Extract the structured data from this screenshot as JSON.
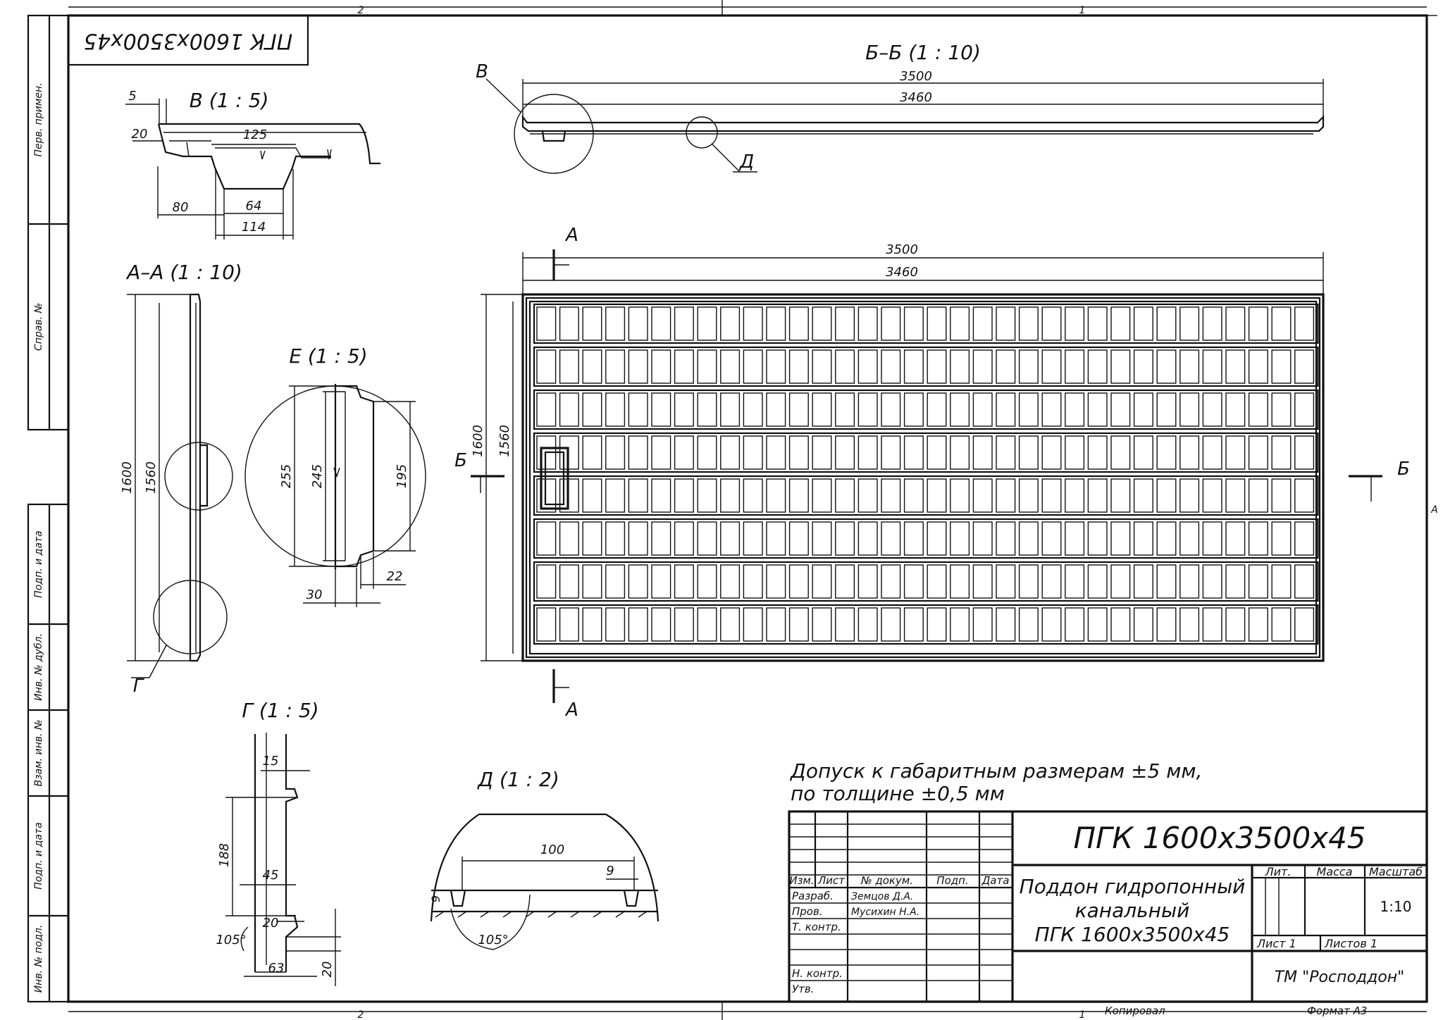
{
  "frame": {
    "zone_2_top": "2",
    "zone_1_top": "1",
    "zone_2_bottom": "2",
    "zone_1_bottom": "1",
    "zone_a_right": "A",
    "rotated_designation": "ПГК 1600х3500х45",
    "side_columns": [
      "Перв. примен.",
      "Справ. №",
      "Подп. и дата",
      "Инв. № дубл.",
      "Взам. инв. №",
      "Подп. и дата",
      "Инв. № подл."
    ]
  },
  "views": {
    "v": {
      "title": "В (1 : 5)",
      "dims": [
        "5",
        "20",
        "125",
        "80",
        "64",
        "114"
      ]
    },
    "bb": {
      "title": "Б–Б (1 : 10)",
      "callout_v": "В",
      "callout_d": "Д",
      "dims": [
        "3500",
        "3460"
      ]
    },
    "aa": {
      "title": "А–А (1 : 10)",
      "callout_g": "Г",
      "dims": [
        "1600",
        "1560"
      ]
    },
    "e": {
      "title": "Е (1 : 5)",
      "dims": [
        "255",
        "245",
        "195",
        "30",
        "22"
      ]
    },
    "g": {
      "title": "Г (1 : 5)",
      "dims": [
        "15",
        "188",
        "45",
        "20",
        "105°",
        "63",
        "20"
      ]
    },
    "d": {
      "title": "Д (1 : 2)",
      "dims": [
        "100",
        "9",
        "9",
        "105°"
      ]
    },
    "plan": {
      "section_a_top": "А",
      "section_a_bottom": "А",
      "section_b_left": "Б",
      "section_b_right": "Б",
      "dims": [
        "3500",
        "3460",
        "1600",
        "1560"
      ]
    }
  },
  "note": {
    "line1": "Допуск к габаритным размерам ±5 мм,",
    "line2": "по толщине ±0,5 мм"
  },
  "title_block": {
    "designation": "ПГК 1600х3500х45",
    "name_lines": [
      "Поддон гидропонный",
      "канальный",
      "ПГК 1600х3500х45"
    ],
    "headers": [
      "Изм.",
      "Лист",
      "№ докум.",
      "Подп.",
      "Дата"
    ],
    "rows": [
      {
        "role": "Разраб.",
        "person": "Земцов Д.А."
      },
      {
        "role": "Пров.",
        "person": "Мусихин Н.А."
      },
      {
        "role": "Т. контр.",
        "person": ""
      },
      {
        "role": "",
        "person": ""
      },
      {
        "role": "Н. контр.",
        "person": ""
      },
      {
        "role": "Утв.",
        "person": ""
      }
    ],
    "lit_label": "Лит.",
    "mass_label": "Масса",
    "scale_label": "Масштаб",
    "scale_value": "1:10",
    "sheet_label": "Лист 1",
    "sheets_label": "Листов 1",
    "company": "ТМ \"Росподдон\""
  },
  "footer": {
    "copied": "Копировал",
    "format": "Формат А3"
  }
}
